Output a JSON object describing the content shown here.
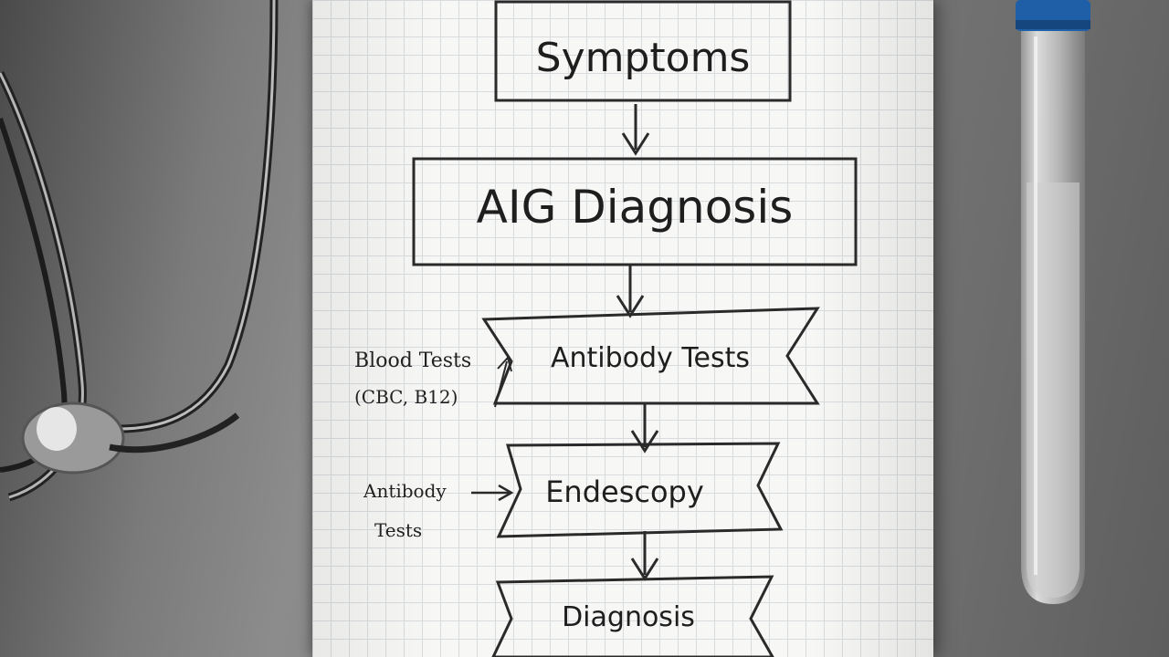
{
  "flowchart": {
    "step_1": "Symptoms",
    "step_2": "AIG Diagnosis",
    "step_3": "Antibody  Tests",
    "step_4": "Endescopy",
    "step_5": "Diagnosis"
  },
  "side_notes": {
    "note_1_line_1": "Blood Tests",
    "note_1_line_2": "(CBC, B12)",
    "note_2_line_1": "Antibody",
    "note_2_line_2": "Tests"
  },
  "objects": {
    "left": "stethoscope",
    "right": "test-tube"
  },
  "colors": {
    "background": "#7a7a7a",
    "paper": "#f7f7f5",
    "ink": "#1e1e1e",
    "tube_cap": "#1f5fa8"
  }
}
